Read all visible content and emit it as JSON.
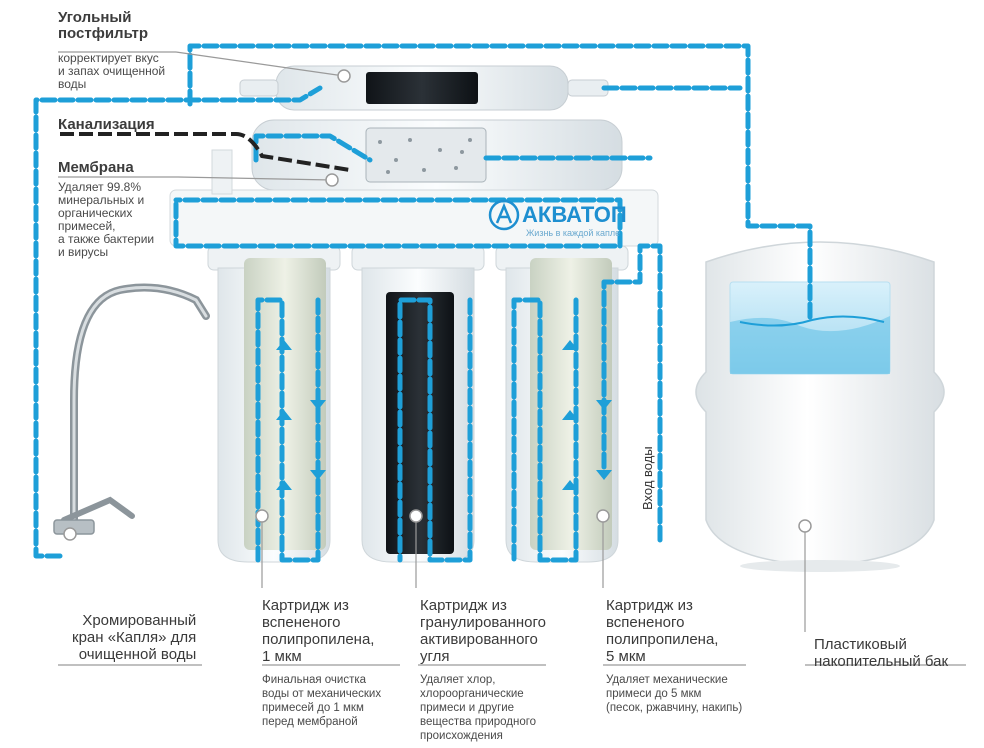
{
  "postfilter": {
    "title": "Угольный\nпостфильтр",
    "desc": "корректирует вкус\nи запах очищенной\nводы"
  },
  "drain": {
    "title": "Канализация"
  },
  "membrane": {
    "title": "Мембрана",
    "desc": "Удаляет 99.8%\nминеральных и\nорганических\nпримесей,\nа также бактерии\nи вирусы"
  },
  "logo": {
    "name": "АКВАТОП",
    "slogan": "Жизнь в каждой капле"
  },
  "water_inlet": "Вход воды",
  "faucet": {
    "title": "Хромированный\nкран «Капля» для\nочищенной воды"
  },
  "cartridge1": {
    "title": "Картридж из\nвспененого\nполипропилена,\n1 мкм",
    "desc": "Финальная очистка\nводы от механических\nпримесей до 1 мкм\nперед мембраной"
  },
  "cartridge2": {
    "title": "Картридж из\nгранулированного\nактивированного\nугля",
    "desc": "Удаляет хлор,\nхлороорганические\nпримеси и другие\nвещества природного\nпроисхождения"
  },
  "cartridge3": {
    "title": "Картридж из\nвспененого\nполипропилена,\n5 мкм",
    "desc": "Удаляет механические\nпримеси до 5 мкм\n(песок, ржавчину, накипь)"
  },
  "tank": {
    "title": "Пластиковый\nнакопительный бак"
  },
  "colors": {
    "pipe": "#1e9fd8",
    "label_line": "#9a9a9a",
    "logo": "#1e8fd0"
  }
}
